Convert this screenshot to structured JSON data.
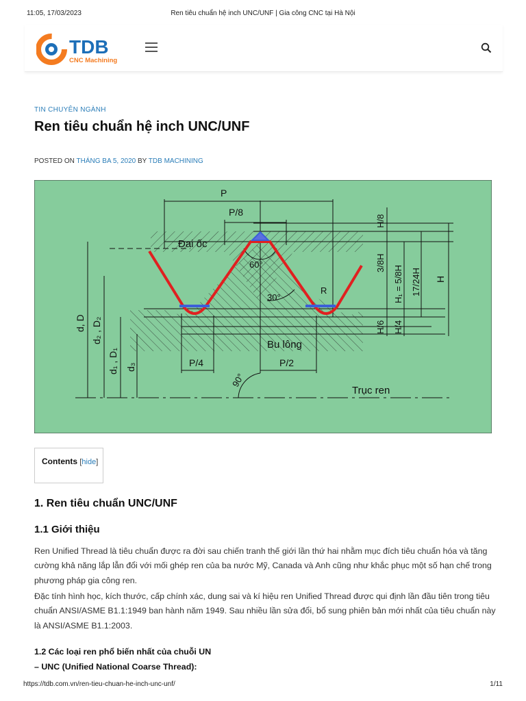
{
  "print_header": {
    "timestamp": "11:05, 17/03/2023",
    "title": "Ren tiêu chuẩn hệ inch UNC/UNF | Gia công CNC tại Hà Nội"
  },
  "logo": {
    "brand": "TDB",
    "tagline": "CNC Machining",
    "colors": {
      "orange": "#f47b20",
      "blue": "#1d6fb8"
    }
  },
  "header": {
    "menu_icon": "hamburger-icon",
    "search_icon": "search-icon"
  },
  "article": {
    "category": "TIN CHUYÊN NGÀNH",
    "title": "Ren tiêu chuẩn hệ inch UNC/UNF",
    "meta": {
      "posted_on": "POSTED ON",
      "date": "THÁNG BA 5, 2020",
      "by": "BY",
      "author": "TDB MACHINING"
    },
    "figure": {
      "background": "#86cc9c",
      "labels": {
        "P": "P",
        "P8": "P/8",
        "nut": "Đai ốc",
        "bolt": "Bu lông",
        "angle60": "60°",
        "angle30": "30°",
        "R": "R",
        "P4": "P/4",
        "P2": "P/2",
        "angle90": "90°",
        "axis": "Trục ren",
        "H8": "H/8",
        "H38": "3/8H",
        "H1": "H₁ = 5/8H",
        "H1724": "17/24H",
        "H": "H",
        "H6": "H/6",
        "H4": "H/4",
        "dD": "d, D",
        "d2D2": "d₂ , D₂",
        "d1D1": "d₁ , D₁",
        "d3": "d₃"
      }
    },
    "toc": {
      "title": "Contents",
      "toggle_open": "[",
      "toggle": "hide",
      "toggle_close": "]"
    },
    "section1": "1. Ren tiêu chuẩn UNC/UNF",
    "section1_1": "1.1 Giới thiệu",
    "para1": "Ren Unified Thread là tiêu chuẩn được ra đời sau chiến tranh thế giới lần thứ hai nhằm mục đích tiêu chuẩn hóa và tăng cường khả năng lắp lẫn đổi với mối ghép ren của ba nước Mỹ, Canada và Anh cũng như khắc phục một số hạn chế trong phương pháp gia công ren.",
    "para2": "Đặc tính hình học, kích thước, cấp chính xác, dung sai và kí hiệu ren Unified Thread được qui định lần đầu tiên trong tiêu chuẩn ANSI/ASME B1.1:1949 ban hành năm 1949. Sau nhiều lần sửa đổi, bổ sung phiên bản mới nhất của tiêu chuẩn này là ANSI/ASME B1.1:2003.",
    "section1_2": "1.2 Các loại ren phổ biến nhất của chuỗi UN",
    "unc_item": "– UNC (Unified National Coarse Thread):"
  },
  "print_footer": {
    "url": "https://tdb.com.vn/ren-tieu-chuan-he-inch-unc-unf/",
    "page": "1/11"
  }
}
